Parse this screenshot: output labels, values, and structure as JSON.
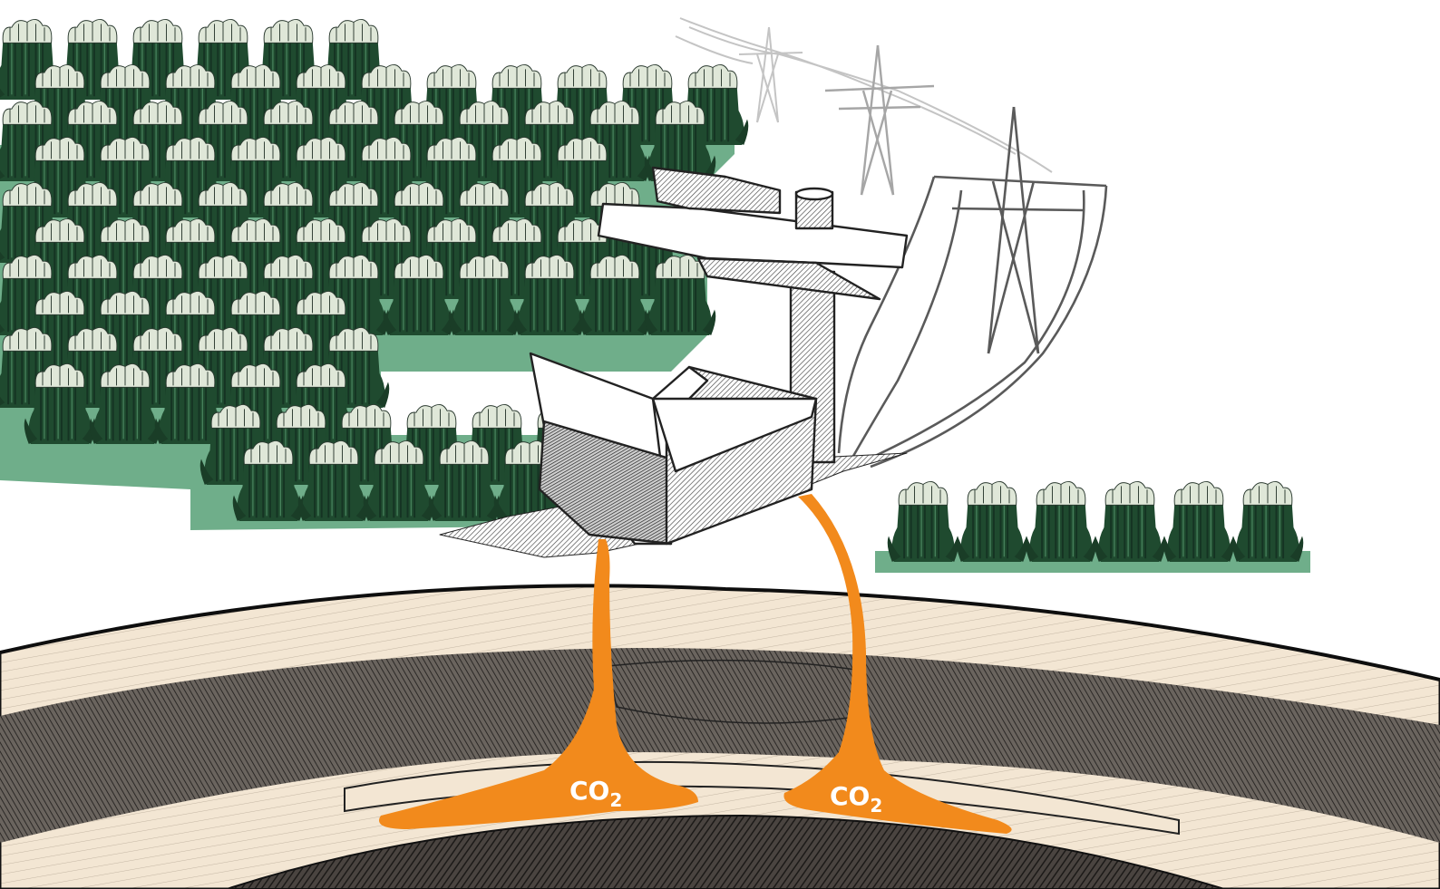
{
  "labels": {
    "co2_left": "CO",
    "co2_left_sub": "2",
    "co2_right": "CO",
    "co2_right_sub": "2"
  },
  "colors": {
    "grass_dark": "#1f4a2f",
    "grass_mid": "#2e6b45",
    "grass_base": "#6fae8a",
    "grass_tuft": "#dfe7d8",
    "soil_sand": "#f3e6d3",
    "soil_dark": "#3a3632",
    "co2_orange": "#f28a1c",
    "sketch_gray": "#555555",
    "pylon_light": "#b8b8b8"
  },
  "icons": {
    "power_plant": "factory-sketch-icon",
    "pylons": "power-pylon-icon",
    "grass": "miscanthus-grass-icon"
  }
}
